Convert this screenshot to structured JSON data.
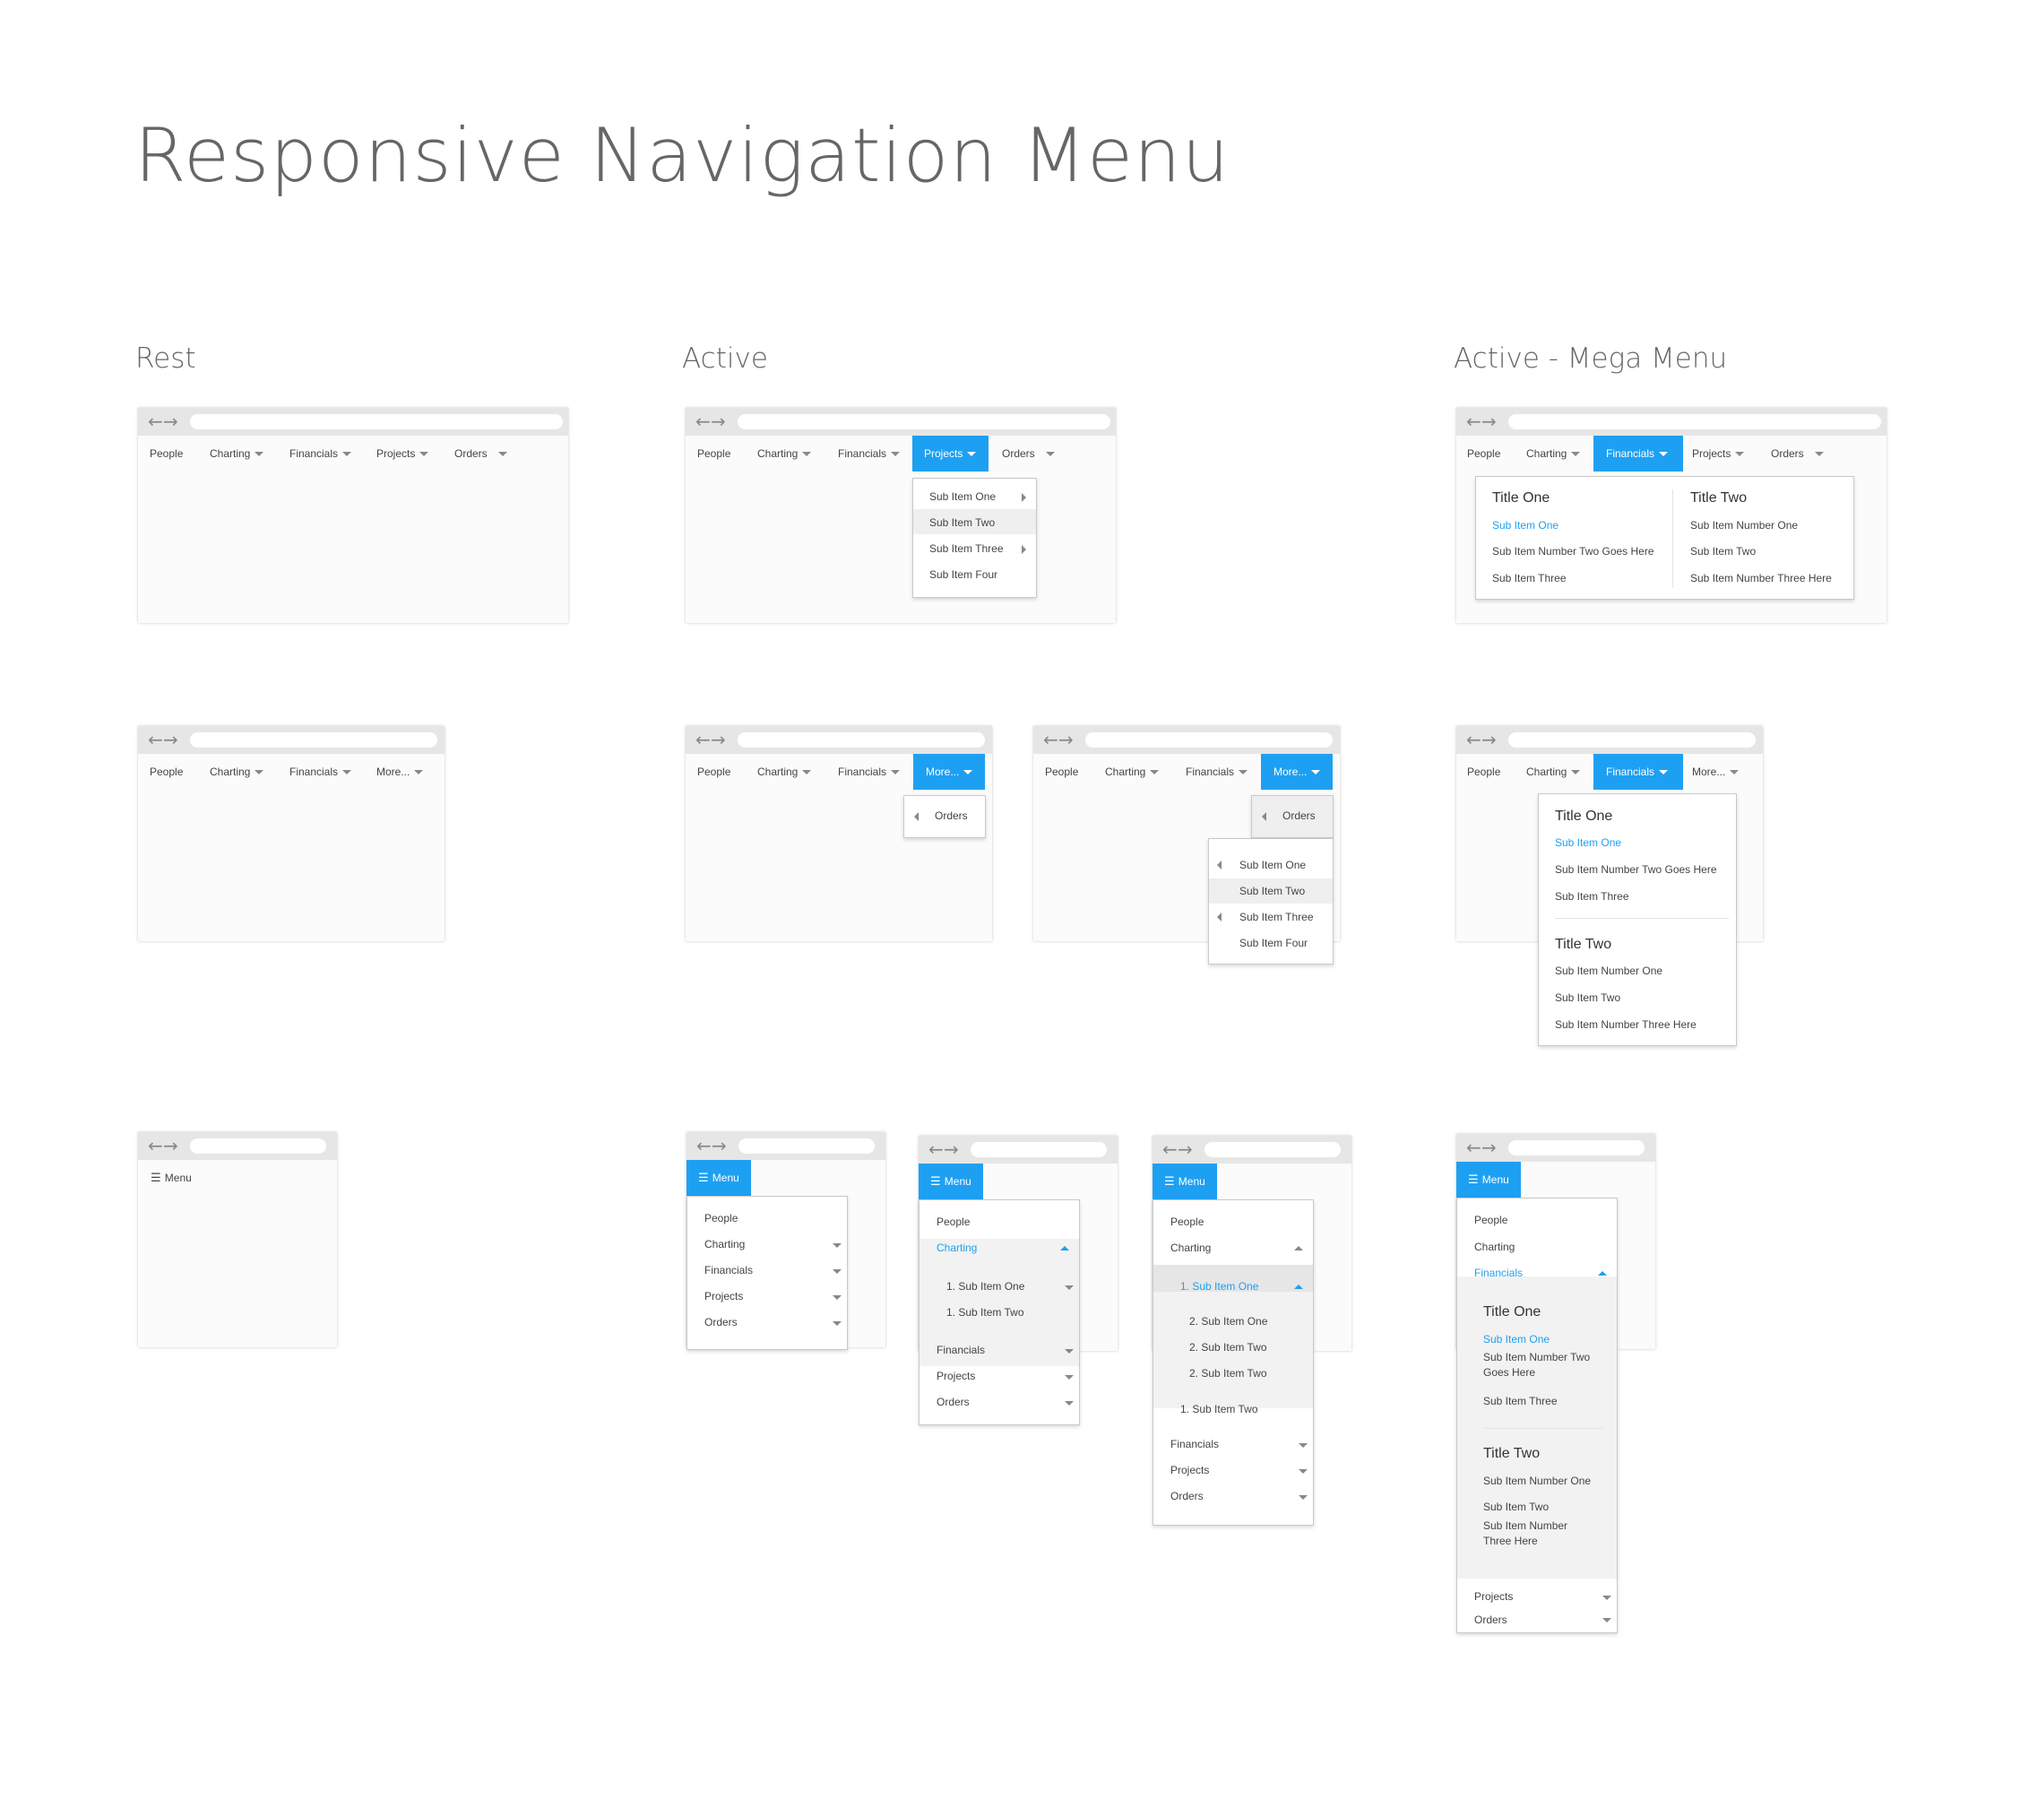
{
  "page_title": "Responsive Navigation Menu",
  "sections": {
    "rest": "Rest",
    "active": "Active",
    "mega": "Active  -  Mega Menu"
  },
  "nav": {
    "people": "People",
    "charting": "Charting",
    "financials": "Financials",
    "projects": "Projects",
    "orders": "Orders",
    "more": "More...",
    "menu": "Menu"
  },
  "submenu": {
    "one": "Sub Item One",
    "two": "Sub Item Two",
    "three": "Sub Item Three",
    "four": "Sub Item Four"
  },
  "mega": {
    "title_one": "Title One",
    "title_two": "Title Two",
    "t1_item1": "Sub Item One",
    "t1_item2": "Sub Item Number Two Goes Here",
    "t1_item3": "Sub Item Three",
    "t2_item1": "Sub Item Number One",
    "t2_item2": "Sub Item Two",
    "t2_item3": "Sub Item Number Three Here",
    "t1_item2_a": "Sub Item Number Two",
    "t1_item2_b": "Goes Here",
    "t2_item3_a": "Sub Item Number",
    "t2_item3_b": "Three Here"
  },
  "numbered": {
    "l1_one": "1. Sub Item One",
    "l1_two": "1. Sub Item Two",
    "l2_one": "2. Sub Item One",
    "l2_two": "2. Sub Item Two"
  },
  "icons": {
    "back": "arrow-left",
    "forward": "arrow-right",
    "menu": "hamburger",
    "caret": "caret-down"
  },
  "colors": {
    "accent": "#1ea0f2",
    "chrome": "#e6e6e6",
    "page": "#fbfbfb"
  }
}
